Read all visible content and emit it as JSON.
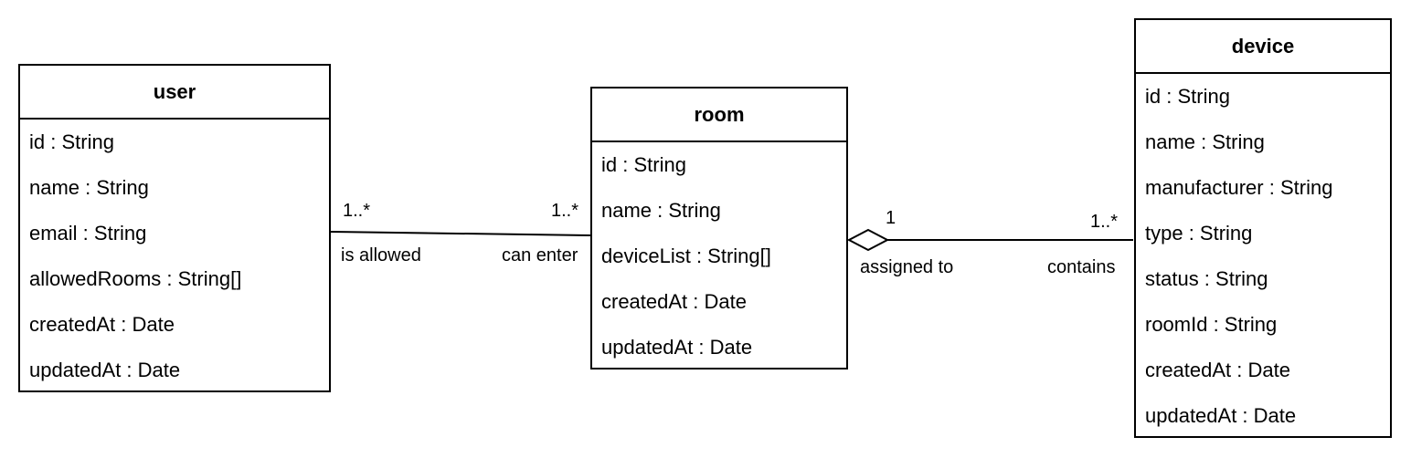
{
  "classes": {
    "user": {
      "name": "user",
      "attributes": [
        "id : String",
        "name : String",
        "email : String",
        "allowedRooms : String[]",
        "createdAt : Date",
        "updatedAt : Date"
      ]
    },
    "room": {
      "name": "room",
      "attributes": [
        "id : String",
        "name : String",
        "deviceList : String[]",
        "createdAt : Date",
        "updatedAt : Date"
      ]
    },
    "device": {
      "name": "device",
      "attributes": [
        "id : String",
        "name : String",
        "manufacturer : String",
        "type : String",
        "status : String",
        "roomId : String",
        "createdAt : Date",
        "updatedAt : Date"
      ]
    }
  },
  "associations": {
    "user_room": {
      "user_multiplicity": "1..*",
      "room_multiplicity": "1..*",
      "user_role": "is allowed",
      "room_role": "can enter"
    },
    "room_device": {
      "type": "aggregation",
      "room_multiplicity": "1",
      "device_multiplicity": "1..*",
      "room_role": "assigned to",
      "device_role": "contains"
    }
  }
}
